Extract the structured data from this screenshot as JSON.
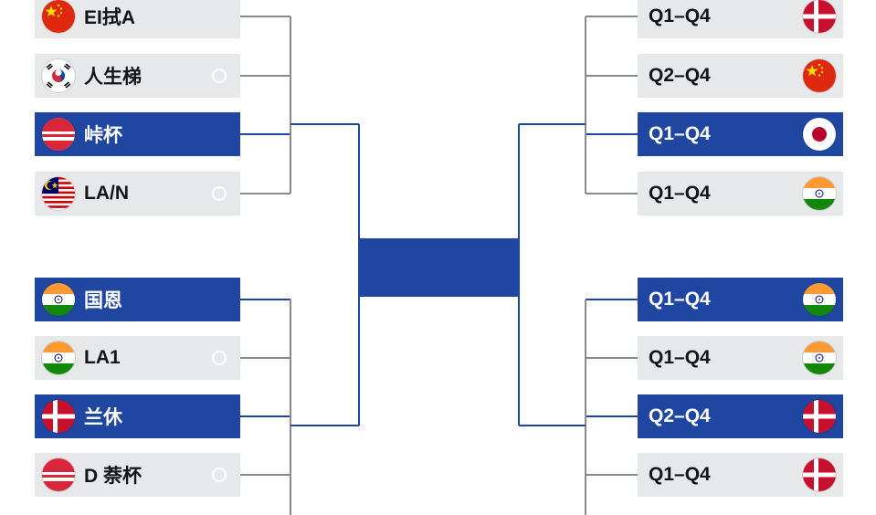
{
  "colors": {
    "selected_bg": "#1f47a1",
    "row_bg": "#e7e8ea",
    "line_blue": "#1f47a1",
    "line_gray": "#8a8a8a",
    "final_box": "#1f47a1"
  },
  "left": {
    "upper": [
      {
        "label": "EI拭A",
        "flag": "china-flag-icon",
        "selected": false,
        "radio": false
      },
      {
        "label": "人生梯",
        "flag": "south-korea-flag-icon",
        "selected": false,
        "radio": true
      },
      {
        "label": "峠杯",
        "flag": "red-white-flag-icon",
        "selected": true,
        "radio": false
      },
      {
        "label": "LA/N",
        "flag": "malaysia-flag-icon",
        "selected": false,
        "radio": true
      }
    ],
    "lower": [
      {
        "label": "国恩",
        "flag": "india-flag-icon",
        "selected": true,
        "radio": false
      },
      {
        "label": "LA1",
        "flag": "india-flag-icon",
        "selected": false,
        "radio": true
      },
      {
        "label": "兰休",
        "flag": "denmark-flag-icon",
        "selected": true,
        "radio": false
      },
      {
        "label": "D 萘杯",
        "flag": "red-white-flag-icon",
        "selected": false,
        "radio": true
      }
    ]
  },
  "right": {
    "upper": [
      {
        "label": "Q1–Q4",
        "flag": "denmark-flag-icon",
        "selected": false
      },
      {
        "label": "Q2–Q4",
        "flag": "china-flag-icon",
        "selected": false
      },
      {
        "label": "Q1–Q4",
        "flag": "japan-flag-icon",
        "selected": true
      },
      {
        "label": "Q1–Q4",
        "flag": "india-flag-icon",
        "selected": false
      }
    ],
    "lower": [
      {
        "label": "Q1–Q4",
        "flag": "india-flag-icon",
        "selected": true
      },
      {
        "label": "Q1–Q4",
        "flag": "india-flag-icon",
        "selected": false
      },
      {
        "label": "Q2–Q4",
        "flag": "denmark-flag-icon",
        "selected": true
      },
      {
        "label": "Q1–Q4",
        "flag": "denmark-flag-icon",
        "selected": false
      }
    ]
  }
}
